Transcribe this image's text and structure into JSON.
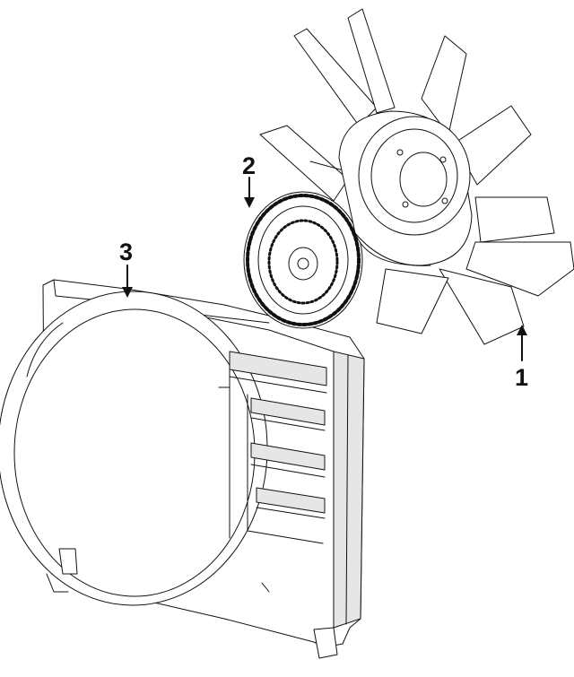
{
  "callouts": [
    {
      "number": "1",
      "part": "fan-blade"
    },
    {
      "number": "2",
      "part": "fan-clutch"
    },
    {
      "number": "3",
      "part": "fan-shroud"
    }
  ],
  "colors": {
    "ink": "#111111",
    "paper": "#ffffff",
    "shade": "#e6e6e6"
  }
}
